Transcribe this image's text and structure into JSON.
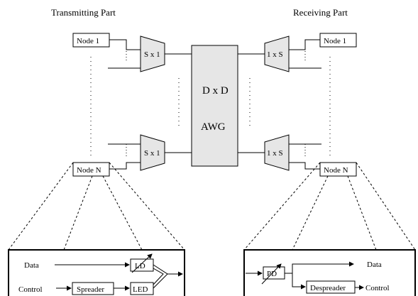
{
  "titles": {
    "transmitting": "Transmitting Part",
    "receiving": "Receiving Part"
  },
  "nodes": {
    "tx_top": "Node 1",
    "tx_bottom": "Node N",
    "rx_top": "Node 1",
    "rx_bottom": "Node N"
  },
  "mux": {
    "tx_top": "S x 1",
    "tx_bottom": "S x 1",
    "rx_top": "1 x S",
    "rx_bottom": "1 x S"
  },
  "awg": {
    "line1": "D x D",
    "line2": "AWG"
  },
  "tx_detail": {
    "data_label": "Data",
    "control_label": "Control",
    "spreader": "Spreader",
    "ld": "LD",
    "led": "LED"
  },
  "rx_detail": {
    "pd": "PD",
    "despreader": "Despreader",
    "data_label": "Data",
    "control_label": "Control"
  }
}
